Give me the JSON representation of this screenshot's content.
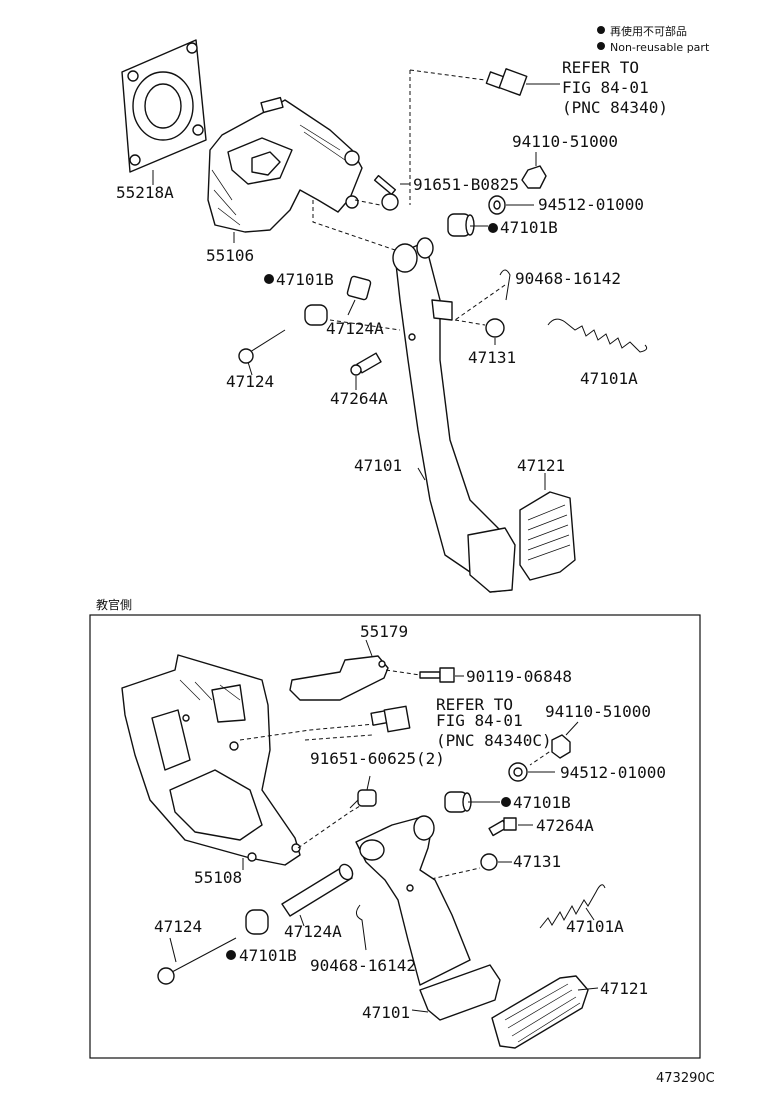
{
  "legend": {
    "jp": "再使用不可部品",
    "en": "Non-reusable part",
    "marker_color": "#111111"
  },
  "top": {
    "refer": [
      "REFER TO",
      "FIG 84-01",
      "(PNC 84340)"
    ],
    "parts": {
      "p55218A": "55218A",
      "p55106": "55106",
      "p91651": "91651-B0825",
      "p94110": "94110-51000",
      "p94512": "94512-01000",
      "p47101B_a": "47101B",
      "p47101B_b": "47101B",
      "p90468": "90468-16142",
      "p47124A": "47124A",
      "p47131": "47131",
      "p47101A": "47101A",
      "p47124": "47124",
      "p47264A": "47264A",
      "p47101": "47101",
      "p47121": "47121"
    }
  },
  "bottom": {
    "section_label": "教官側",
    "refer": [
      "REFER TO",
      "FIG 84-01",
      "(PNC 84340C)"
    ],
    "parts": {
      "p55179": "55179",
      "p90119": "90119-06848",
      "p94110": "94110-51000",
      "p91651": "91651-60625(2)",
      "p94512": "94512-01000",
      "p47101B_a": "47101B",
      "p47264A": "47264A",
      "p55108": "55108",
      "p47131": "47131",
      "p47124": "47124",
      "p47124A": "47124A",
      "p47101B_b": "47101B",
      "p47101A": "47101A",
      "p90468": "90468-16142",
      "p47101": "47101",
      "p47121": "47121"
    }
  },
  "figure_code": "473290C"
}
